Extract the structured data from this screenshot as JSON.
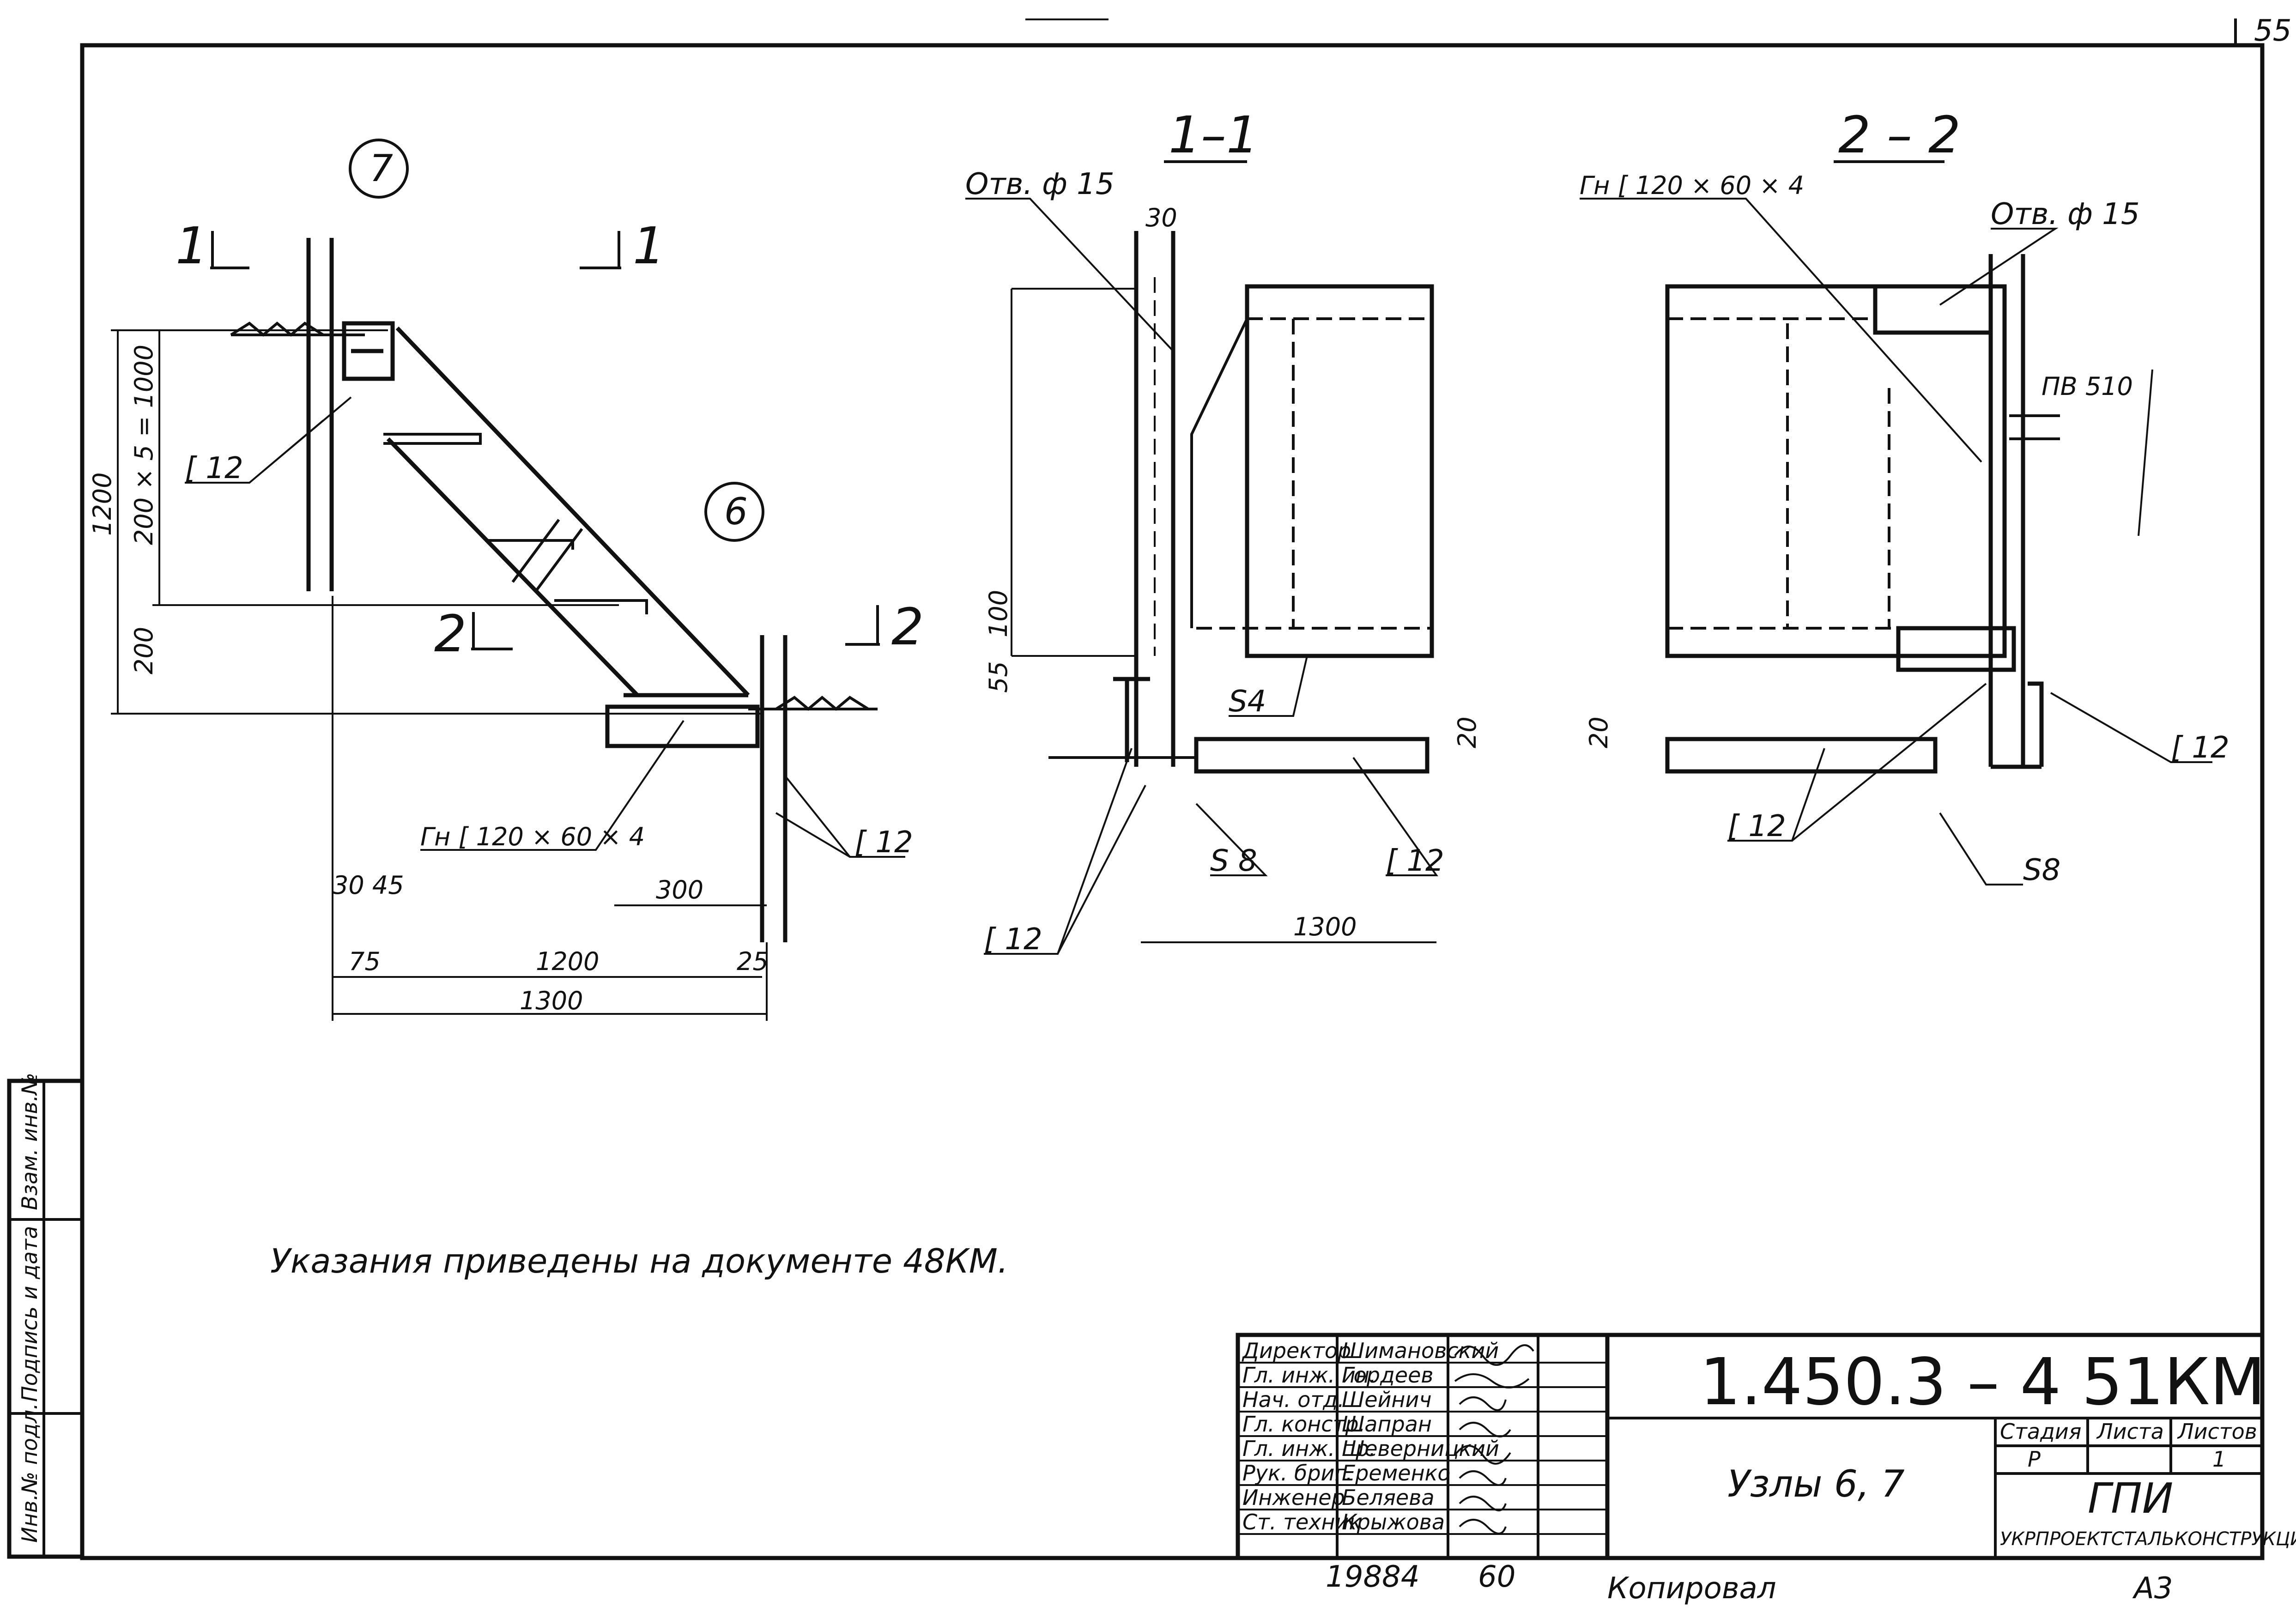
{
  "top_right": {
    "sheet_fragment": "55"
  },
  "node7": {
    "badge": "7",
    "section_mark_a": "1",
    "section_mark_b": "1",
    "section_mark_c": "2",
    "section_mark_d": "2"
  },
  "node6": {
    "badge": "6"
  },
  "labels": {
    "c12": "[ 12",
    "height_total": "1200",
    "height_steps": "200 × 5 = 1000",
    "height_base": "200",
    "gn": "Гн [ 120 × 60 × 4",
    "dim_30_45": "30  45",
    "dim_300": "300",
    "dim_75": "75",
    "dim_1200": "1200",
    "dim_25": "25",
    "dim_1300": "1300"
  },
  "section11": {
    "title": "1–1",
    "hole": "Отв. ф 15",
    "dim_30": "30",
    "dim_100": "100",
    "dim_55": "55",
    "weld_s4": "S4",
    "weld_s8": "S 8",
    "c12_a": "[ 12",
    "c12_b": "[ 12",
    "dim_20": "20",
    "dim_1300": "1300"
  },
  "section22": {
    "title": "2 – 2",
    "gn": "Гн [ 120 × 60 × 4",
    "hole": "Отв. ф 15",
    "pv": "ПВ 510",
    "c12_a": "[ 12",
    "c12_b": "[ 12",
    "dim_20": "20",
    "weld_s8": "S8"
  },
  "note": "Указания приведены на документе 48КМ.",
  "side_stamp": [
    "Инв.№ подл.",
    "Подпись и дата",
    "Взам. инв.№"
  ],
  "title_block": {
    "roles": [
      "Директор",
      "Гл. инж. ин.",
      "Нач. отд.",
      "Гл. констр.",
      "Гл. инж. пр.",
      "Рук. бриг.",
      "Инженер",
      "Ст. техник"
    ],
    "names": [
      "Шимановский",
      "Гордеев",
      "Шейнич",
      "Шапран",
      "Шеверницкий",
      "Еременко",
      "Беляева",
      "Крыжова"
    ],
    "doc_code": "1.450.3 – 4  51КМ",
    "sheet_title": "Узлы 6, 7",
    "stage_label": "Стадия",
    "sheet_label": "Листа",
    "sheets_label": "Листов",
    "stage": "Р",
    "sheet": "",
    "sheets": "1",
    "org_short": "ГПИ",
    "org_full": "УКРПРОЕКТСТАЛЬКОНСТРУКЦИЯ"
  },
  "bottom": {
    "inv": "19884",
    "format": "60",
    "copied": "Копировал",
    "format_label": "А3"
  }
}
